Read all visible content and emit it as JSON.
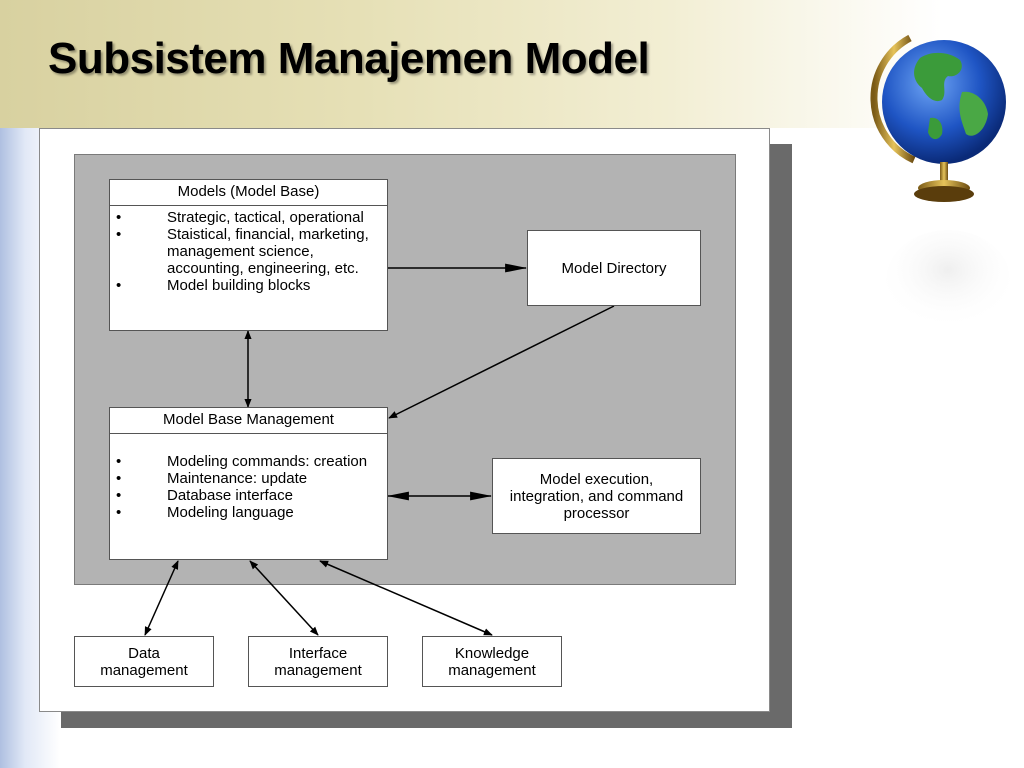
{
  "slide": {
    "title": "Subsistem Manajemen Model"
  },
  "diagram": {
    "model_base": {
      "title": "Models (Model Base)",
      "items": [
        "Strategic, tactical, operational",
        "Staistical, financial, marketing, management science, accounting, engineering, etc.",
        "Model building blocks"
      ]
    },
    "model_directory": "Model Directory",
    "model_base_management": {
      "title": "Model Base Management",
      "items": [
        "Modeling commands: creation",
        "Maintenance: update",
        "Database interface",
        "Modeling language"
      ]
    },
    "model_execution": "Model execution, integration, and command processor",
    "data_management": "Data management",
    "interface_management": "Interface management",
    "knowledge_management": "Knowledge management"
  },
  "colors": {
    "title_band_start": "#d8d1a0",
    "diagram_area": "#b3b3b3",
    "panel_shadow": "#6a6a6a"
  },
  "icons": [
    "globe-icon"
  ]
}
